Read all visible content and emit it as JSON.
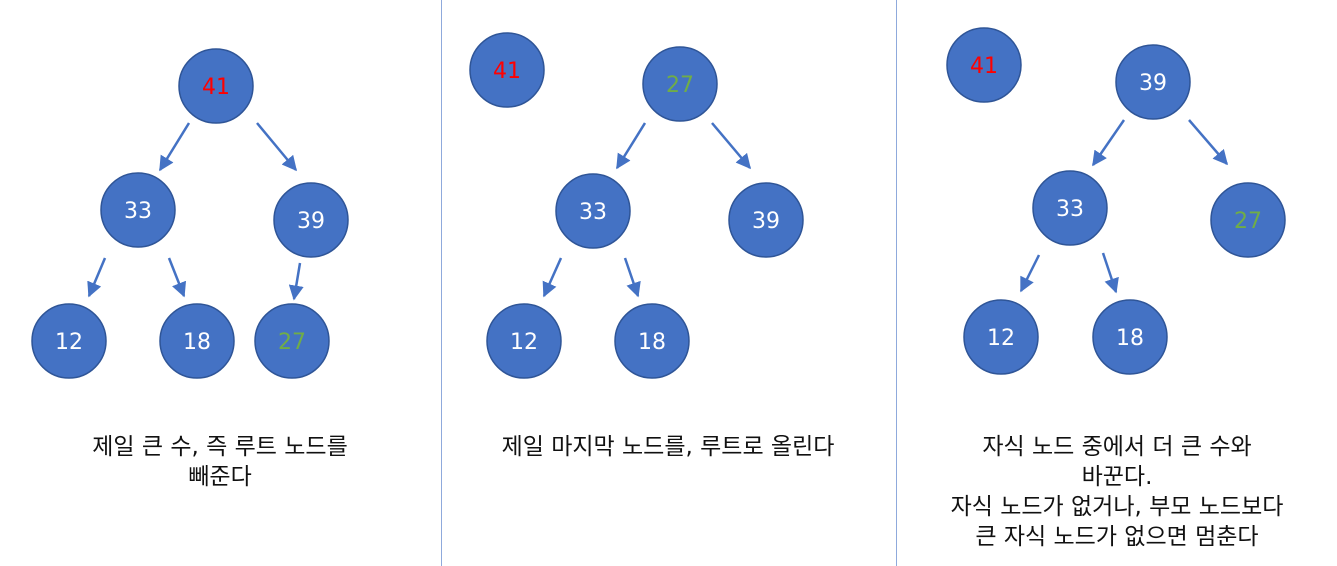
{
  "colors": {
    "node_fill": "#4472c4",
    "node_stroke": "#2f5597",
    "arrow": "#4472c4",
    "divider": "#8faadc",
    "text_default": "#ffffff",
    "text_removed": "#ff0000",
    "text_moved": "#70ad47"
  },
  "panels": [
    {
      "nodes": [
        {
          "label": "41",
          "role": "removed"
        },
        {
          "label": "33",
          "role": "default"
        },
        {
          "label": "39",
          "role": "default"
        },
        {
          "label": "12",
          "role": "default"
        },
        {
          "label": "18",
          "role": "default"
        },
        {
          "label": "27",
          "role": "moved"
        }
      ],
      "caption": [
        "제일 큰 수, 즉 루트 노드를",
        "빼준다"
      ]
    },
    {
      "nodes": [
        {
          "label": "41",
          "role": "removed"
        },
        {
          "label": "27",
          "role": "moved"
        },
        {
          "label": "33",
          "role": "default"
        },
        {
          "label": "39",
          "role": "default"
        },
        {
          "label": "12",
          "role": "default"
        },
        {
          "label": "18",
          "role": "default"
        }
      ],
      "caption": [
        "제일 마지막 노드를, 루트로 올린다"
      ]
    },
    {
      "nodes": [
        {
          "label": "41",
          "role": "removed"
        },
        {
          "label": "39",
          "role": "default"
        },
        {
          "label": "33",
          "role": "default"
        },
        {
          "label": "27",
          "role": "moved"
        },
        {
          "label": "12",
          "role": "default"
        },
        {
          "label": "18",
          "role": "default"
        }
      ],
      "caption": [
        "자식 노드 중에서 더 큰 수와",
        "바꾼다.",
        "자식 노드가 없거나, 부모 노드보다",
        "큰 자식 노드가 없으면 멈춘다"
      ]
    }
  ]
}
